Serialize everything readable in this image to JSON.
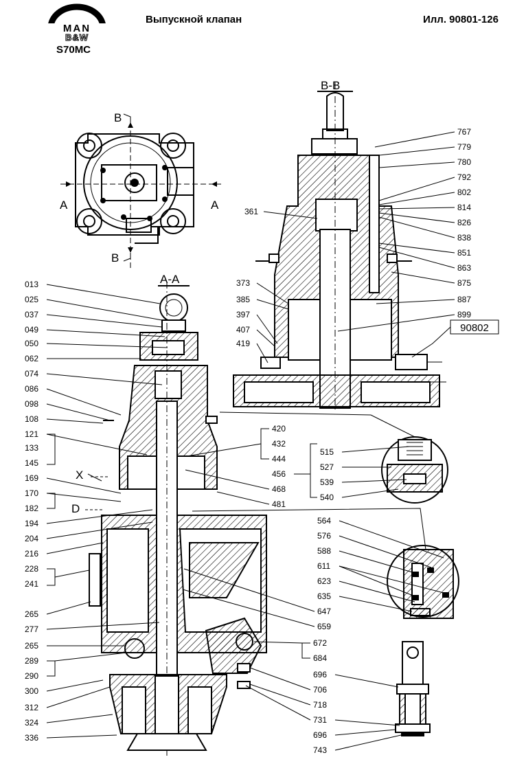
{
  "header": {
    "brand": "MAN B&W",
    "engine": "S70MC",
    "title": "Выпускной клапан",
    "ref": "Илл. 90801-126"
  },
  "sections": {
    "aa": "A-A",
    "bb": "B-B",
    "cut_b": "B",
    "cut_a": "A",
    "arrow_x": "X",
    "arrow_d": "D"
  },
  "ref_box": "90802",
  "labels_left": [
    "013",
    "025",
    "037",
    "049",
    "050",
    "062",
    "074",
    "086",
    "098",
    "108",
    "121",
    "133",
    "145",
    "169",
    "170",
    "182",
    "194",
    "204",
    "216",
    "228",
    "241",
    "265",
    "277",
    "265",
    "289",
    "290",
    "300",
    "312",
    "324",
    "336"
  ],
  "labels_bb": [
    "767",
    "779",
    "780",
    "792",
    "802",
    "814",
    "826",
    "838",
    "851",
    "863",
    "875",
    "887",
    "899"
  ],
  "labels_bb_left": [
    "361",
    "373",
    "385",
    "397",
    "407",
    "419"
  ],
  "labels_mid": [
    "420",
    "432",
    "444",
    "456",
    "468",
    "481"
  ],
  "labels_detail1": [
    "515",
    "527",
    "539",
    "540"
  ],
  "labels_detail2": [
    "564",
    "576",
    "588",
    "611",
    "623",
    "635",
    "647",
    "659"
  ],
  "labels_detail3": [
    "672",
    "684",
    "696",
    "706",
    "718",
    "731",
    "696",
    "743"
  ]
}
